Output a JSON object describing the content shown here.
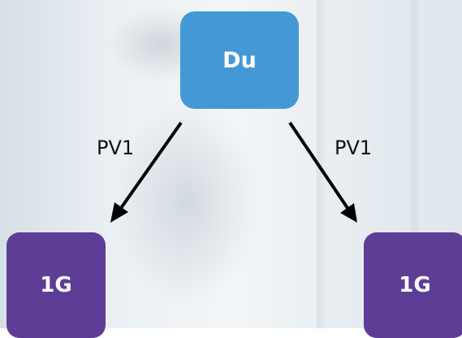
{
  "nodes": {
    "top": {
      "label": "Du",
      "color": "#4598d6"
    },
    "left": {
      "label": "1G",
      "color": "#5e3d96"
    },
    "right": {
      "label": "1G",
      "color": "#5e3d96"
    }
  },
  "edges": [
    {
      "from": "Du",
      "to": "1G (left)",
      "label": "PV1"
    },
    {
      "from": "Du",
      "to": "1G (right)",
      "label": "PV1"
    }
  ],
  "arrow_color": "#000000"
}
